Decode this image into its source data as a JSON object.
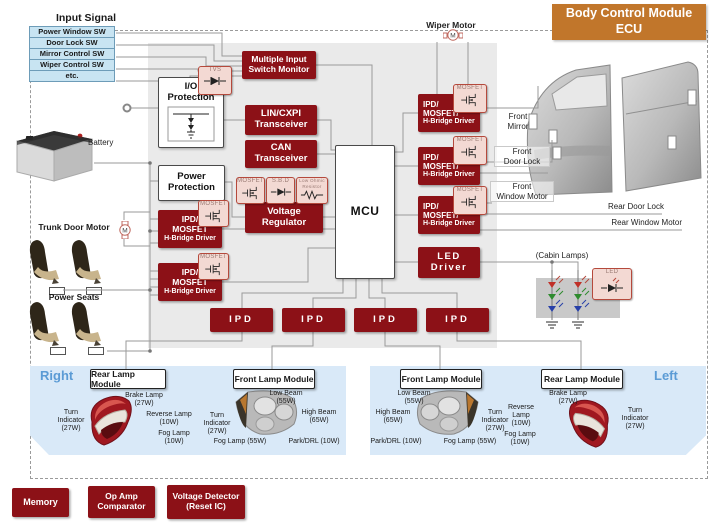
{
  "title": "Body Control Module\nECU",
  "input_signal": {
    "label": "Input Signal",
    "items": [
      "Power Window SW",
      "Door Lock SW",
      "Mirror Control SW",
      "Wiper Control SW",
      "etc."
    ]
  },
  "left_side": {
    "battery": "Battery",
    "trunk_door_motor": "Trunk Door Motor",
    "power_seats": "Power Seats"
  },
  "blocks": {
    "multiple_input_switch_monitor": "Multiple Input\nSwitch Monitor",
    "io_protection": "I/O\nProtection",
    "lin_cxpi_transceiver": "LIN/CXPI\nTransceiver",
    "can_transceiver": "CAN\nTransceiver",
    "power_protection": "Power\nProtection",
    "voltage_regulator": "Voltage\nRegulator",
    "mcu": "MCU",
    "ipd_mosfet": "IPD/\nMOSFET",
    "ipd_mosfet_r": "IPD/\nMOSFET/",
    "hbridge_driver": "H-Bridge Driver",
    "led_driver": "LED\nDriver",
    "ipd": "IPD",
    "memory": "Memory",
    "op_amp_comparator": "Op Amp\nComparator",
    "voltage_detector": "Voltage Detector\n(Reset IC)"
  },
  "callouts": {
    "tvs": "TVS",
    "mosfet": "MOSFET",
    "sbd": "S.B.D",
    "low_ohmic_resistor": "Low Ohmic\nResistor",
    "led": "LED"
  },
  "right_side": {
    "wiper_motor": "Wiper Motor",
    "front_mirror": "Front\nMirror",
    "front_door_lock": "Front\nDoor Lock",
    "front_window_motor": "Front\nWindow Motor",
    "rear_door_lock": "Rear Door Lock",
    "rear_window_motor": "Rear Window Motor",
    "cabin_lamps": "(Cabin Lamps)"
  },
  "lamp_panels": {
    "right": {
      "side_label": "Right",
      "rear_module": {
        "name": "Rear Lamp Module",
        "lamps": {
          "brake": "Brake Lamp\n(27W)",
          "turn": "Turn\nIndicator\n(27W)",
          "reverse": "Reverse Lamp\n(10W)",
          "fog": "Fog Lamp\n(10W)"
        }
      },
      "front_module": {
        "name": "Front Lamp Module",
        "lamps": {
          "low": "Low Beam\n(55W)",
          "turn": "Turn\nIndicator\n(27W)",
          "high": "High Beam\n(65W)",
          "fog": "Fog Lamp (55W)",
          "park": "Park/DRL (10W)"
        }
      }
    },
    "left": {
      "side_label": "Left",
      "front_module": {
        "name": "Front Lamp Module",
        "lamps": {
          "low": "Low Beam\n(55W)",
          "high": "High Beam\n(65W)",
          "park": "Park/DRL (10W)",
          "fog": "Fog Lamp (55W)",
          "turn": "Turn\nIndicator\n(27W)"
        }
      },
      "rear_module": {
        "name": "Rear Lamp Module",
        "lamps": {
          "brake": "Brake Lamp\n(27W)",
          "reverse": "Reverse\nLamp\n(10W)",
          "fog": "Fog Lamp\n(10W)",
          "turn": "Turn\nIndicator\n(27W)"
        }
      }
    }
  },
  "colors": {
    "block_red": "#8C1117",
    "title_orange": "#C1762B",
    "panel_blue": "#D9E9F8",
    "input_blue": "#C8E4F2",
    "callout_pink": "#F3D9D3",
    "panel_gray": "#EAEAEA",
    "side_label_blue": "#5B9BD5"
  }
}
